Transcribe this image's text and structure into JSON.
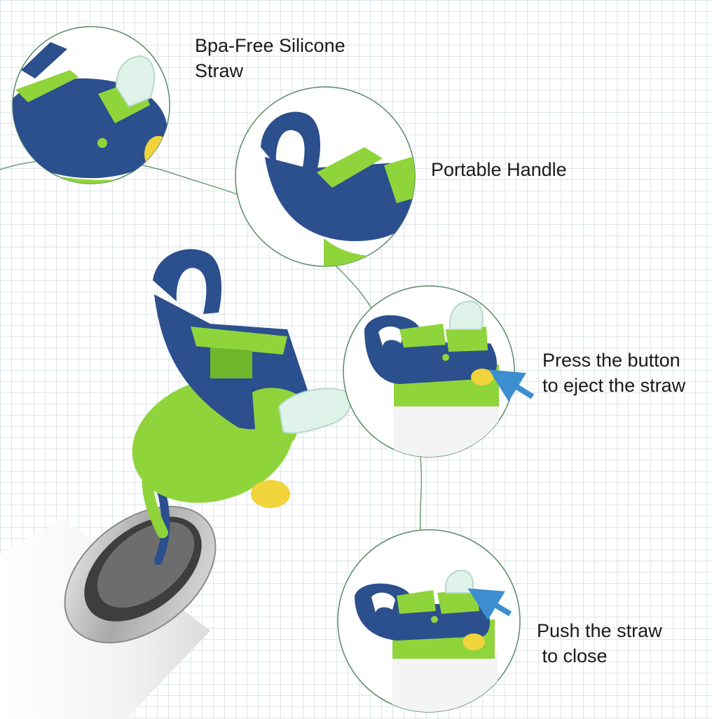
{
  "captions": {
    "straw": {
      "line1": "Bpa-Free Silicone",
      "line2": "Straw"
    },
    "handle": {
      "line1": "Portable Handle"
    },
    "eject": {
      "line1": "Press the button",
      "line2": "to eject the straw"
    },
    "close": {
      "line1": "Push the straw",
      "line2": " to close"
    }
  },
  "colors": {
    "lid_blue": "#2c4f8e",
    "lid_green": "#8fd43a",
    "button_yellow": "#f1d43a",
    "straw_tint": "#dff3ea",
    "circle_outline": "#5a8a63",
    "arrow_blue": "#3d8ed0",
    "grid": "#dde5ea"
  },
  "icons": {
    "arrow": "arrow-right-icon"
  }
}
